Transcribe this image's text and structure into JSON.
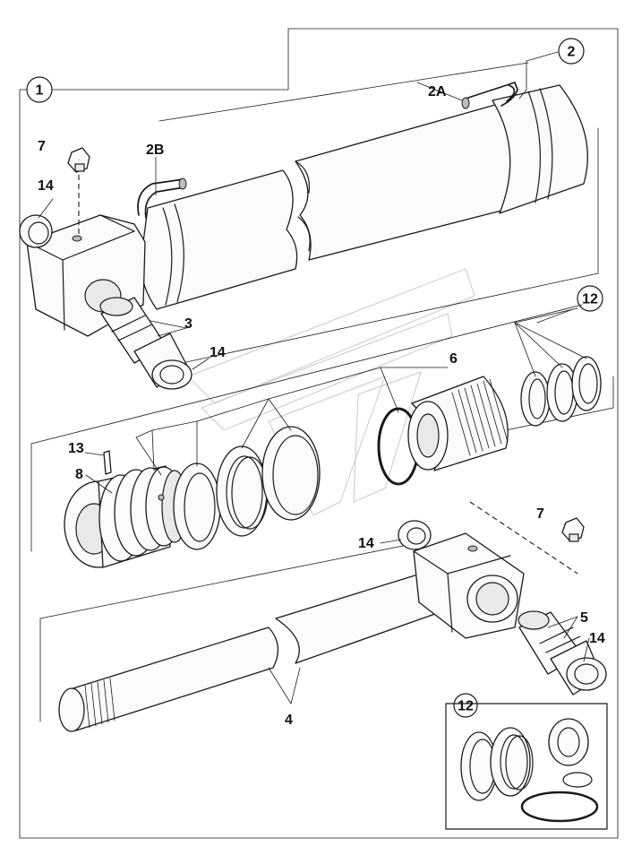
{
  "callouts": {
    "assembly_1": "1",
    "assembly_2": "2",
    "pipe_2a": "2A",
    "pipe_2b": "2B",
    "bushes_3": "3",
    "rod_4": "4",
    "bushes_5": "5",
    "piston_nut_6": "6",
    "grease_nipple_7_top": "7",
    "grease_nipple_7_bottom": "7",
    "piston_8": "8",
    "pin_13": "13",
    "seal_14_a": "14",
    "seal_14_b": "14",
    "seal_14_c": "14",
    "seal_14_d": "14",
    "seal_kit_12_main": "12",
    "seal_kit_12_inset": "12"
  }
}
